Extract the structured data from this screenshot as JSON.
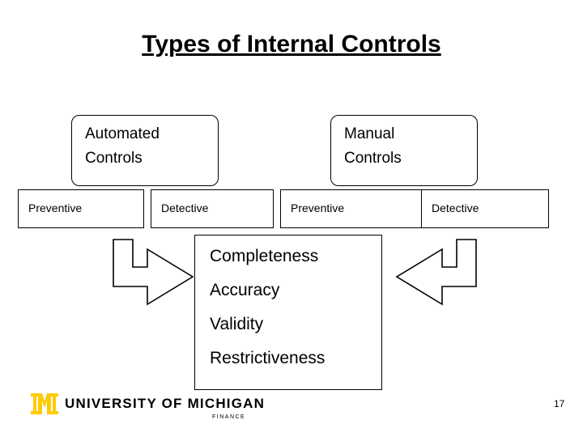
{
  "slide": {
    "title": "Types of Internal Controls",
    "number": "17"
  },
  "categories": [
    {
      "id": "automated",
      "line1": "Automated",
      "line2": "Controls",
      "children": [
        {
          "id": "auto-preventive",
          "label": "Preventive"
        },
        {
          "id": "auto-detective",
          "label": "Detective"
        }
      ]
    },
    {
      "id": "manual",
      "line1": "Manual",
      "line2": "Controls",
      "children": [
        {
          "id": "man-preventive",
          "label": "Preventive"
        },
        {
          "id": "man-detective",
          "label": "Detective"
        }
      ]
    }
  ],
  "center": {
    "items": [
      "Completeness",
      "Accuracy",
      "Validity",
      "Restrictiveness"
    ]
  },
  "logo": {
    "name": "UNIVERSITY OF MICHIGAN",
    "subtitle": "FINANCE",
    "color": "#FFCB05"
  }
}
